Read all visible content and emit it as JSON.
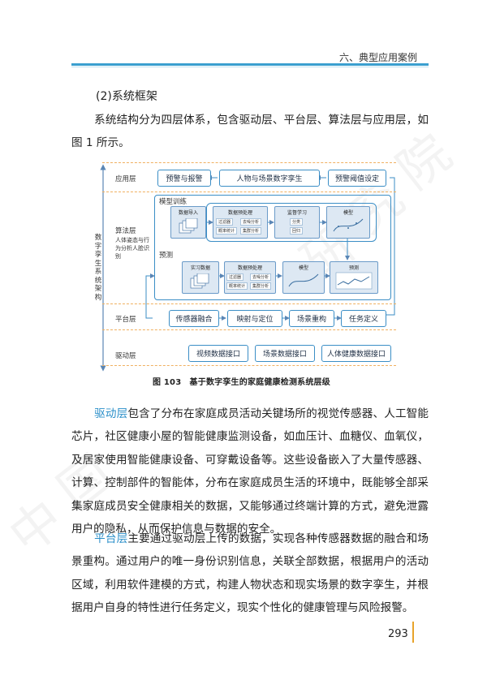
{
  "header": {
    "title": "六、典型应用案例"
  },
  "section": {
    "title": "(2)系统框架"
  },
  "intro": "系统结构分为四层体系，包含驱动层、平台层、算法层与应用层，如图 1 所示。",
  "figure": {
    "side_label": "数字孪生系统架构",
    "layers": {
      "app": "应用层",
      "algo": "算法层",
      "algo_sub": "人体姿态与行为分析人脸识别",
      "platform": "平台层",
      "driver": "驱动层"
    },
    "app_boxes": [
      "预警与报警",
      "人物与场景数字孪生",
      "预警阈值设定"
    ],
    "training": {
      "label": "模型训练",
      "blocks": [
        "数据导入",
        "数据预处理",
        "监督学习",
        "模型"
      ],
      "prep_tags": [
        "过滤器",
        "去噪分析",
        "概率统计",
        "集群分析"
      ],
      "sup_tags": [
        "分类",
        "回归"
      ]
    },
    "predict": {
      "label": "预测",
      "blocks": [
        "实习数据",
        "数据预处理",
        "模型",
        "预测"
      ],
      "prep_tags": [
        "过滤器",
        "去噪分析",
        "概率统计",
        "集群分析"
      ]
    },
    "platform_boxes": [
      "传感器融合",
      "映射与定位",
      "场景重构",
      "任务定义"
    ],
    "driver_boxes": [
      "视频数据接口",
      "场景数据接口",
      "人体健康数据接口"
    ],
    "caption": "图 103　基于数字孪生的家庭健康检测系统层级"
  },
  "paragraph1": {
    "term": "驱动层",
    "text": "包含了分布在家庭成员活动关键场所的视觉传感器、人工智能芯片，社区健康小屋的智能健康监测设备，如血压计、血糖仪、血氧仪，及居家使用智能健康设备、可穿戴设备等。这些设备嵌入了大量传感器、计算、控制部件的智能体，分布在家庭成员生活的环境中，既能够全部采集家庭成员安全健康相关的数据，又能够通过终端计算的方式，避免泄露用户的隐私，从而保护信息与数据的安全。"
  },
  "paragraph2": {
    "term": "平台层",
    "text": "主要通过驱动层上传的数据，实现各种传感器数据的融合和场景重构。通过用户的唯一身份识别信息，关联全部数据，根据用户的活动区域，利用软件建模的方式，构建人物状态和现实场景的数字孪生，并根据用户自身的特性进行任务定义，现实个性化的健康管理与风险报警。"
  },
  "watermark": "中国电子技术标准化研究院",
  "page_number": "293",
  "colors": {
    "accent": "#2b8fc9",
    "rule": "#3a9fcf",
    "dashed": "#f0b060",
    "page_bar": "#e8a32a"
  }
}
